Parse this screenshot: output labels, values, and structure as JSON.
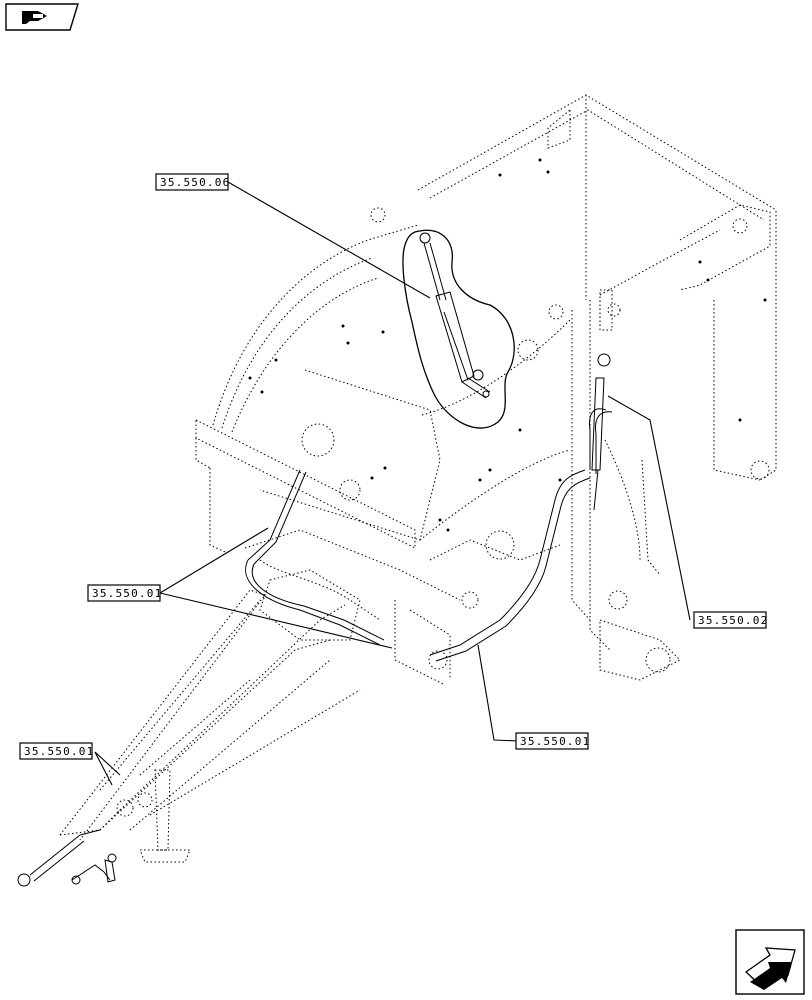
{
  "callouts": {
    "c1": "35.550.06",
    "c2": "35.550.01",
    "c3": "35.550.02",
    "c4": "35.550.01",
    "c5": "35.550.01"
  },
  "nav": {
    "top_icon": "hand-pointing-icon",
    "bottom_icon": "next-page-arrow-icon"
  }
}
